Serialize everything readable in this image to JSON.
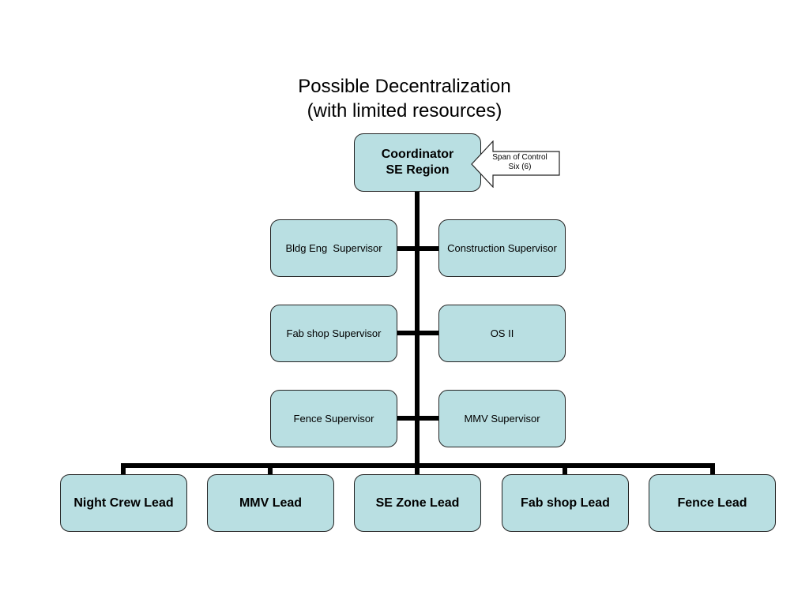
{
  "title": {
    "line1": "Possible Decentralization",
    "line2": "(with limited resources)"
  },
  "coordinator": {
    "line1": "Coordinator",
    "line2": "SE Region"
  },
  "span_of_control": {
    "line1": "Span of Control",
    "line2": "Six (6)"
  },
  "supervisors": {
    "bldg_eng": "Bldg Eng  Supervisor",
    "construction": "Construction Supervisor",
    "fab_shop": "Fab shop Supervisor",
    "os_ii": "OS II",
    "fence": "Fence Supervisor",
    "mmv": "MMV Supervisor"
  },
  "leads": {
    "night_crew": "Night Crew Lead",
    "mmv": "MMV Lead",
    "se_zone": "SE Zone Lead",
    "fab_shop": "Fab shop Lead",
    "fence": "Fence Lead"
  },
  "colors": {
    "box_fill": "#b9dfe2",
    "connector": "#000000"
  }
}
